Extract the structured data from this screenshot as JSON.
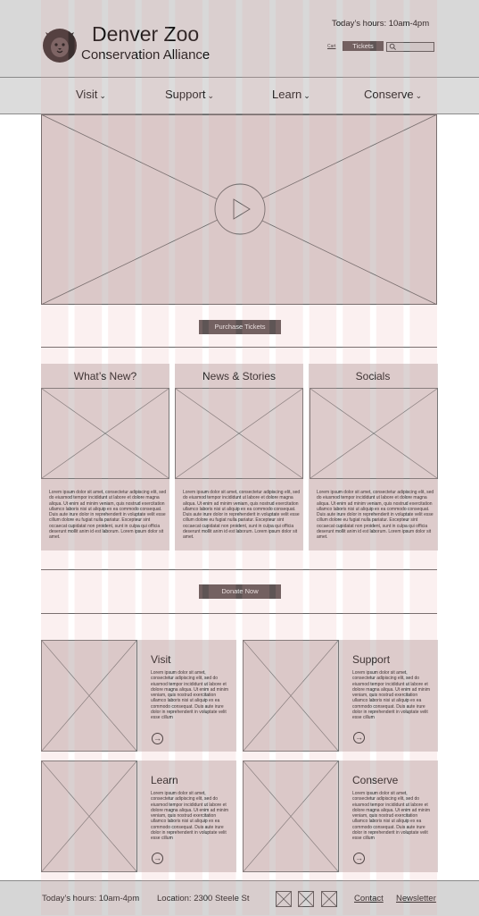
{
  "header": {
    "title": "Denver Zoo",
    "subtitle": "Conservation Alliance",
    "hours": "Today’s hours: 10am-4pm",
    "cart": "Cart",
    "tickets": "Tickets",
    "search_icon": "search-icon",
    "logo_icon": "lion-icon"
  },
  "nav": [
    {
      "label": "Visit"
    },
    {
      "label": "Support"
    },
    {
      "label": "Learn"
    },
    {
      "label": "Conserve"
    }
  ],
  "hero": {
    "icon": "play-icon"
  },
  "purchase_button": "Purchase Tickets",
  "cards": [
    {
      "title": "What’s New?",
      "text": "Lorem ipsum dolor sit amet, consectetur adipiscing elit, sed do eiusmod tempor incididunt ut labore et dolore magna aliqua. Ut enim ad minim veniam, quis nostrud exercitation ullamco laboris nisi ut aliquip ex ea commodo consequat. Duis aute irure dolor in reprehenderit in voluptate velit esse cillum dolore eu fugiat nulla pariatur. Excepteur sint occaecat cupidatat non proident, sunt in culpa qui officia deserunt mollit anim id est laborum. Lorem ipsum dolor sit amet."
    },
    {
      "title": "News & Stories",
      "text": "Lorem ipsum dolor sit amet, consectetur adipiscing elit, sed do eiusmod tempor incididunt ut labore et dolore magna aliqua. Ut enim ad minim veniam, quis nostrud exercitation ullamco laboris nisi ut aliquip ex ea commodo consequat. Duis aute irure dolor in reprehenderit in voluptate velit esse cillum dolore eu fugiat nulla pariatur. Excepteur sint occaecat cupidatat non proident, sunt in culpa qui officia deserunt mollit anim id est laborum. Lorem ipsum dolor sit amet."
    },
    {
      "title": "Socials",
      "text": "Lorem ipsum dolor sit amet, consectetur adipiscing elit, sed do eiusmod tempor incididunt ut labore et dolore magna aliqua. Ut enim ad minim veniam, quis nostrud exercitation ullamco laboris nisi ut aliquip ex ea commodo consequat. Duis aute irure dolor in reprehenderit in voluptate velit esse cillum dolore eu fugiat nulla pariatur. Excepteur sint occaecat cupidatat non proident, sunt in culpa qui officia deserunt mollit anim id est laborum. Lorem ipsum dolor sit amet."
    }
  ],
  "donate_button": "Donate Now",
  "tiles": [
    {
      "title": "Visit",
      "text": "Lorem ipsum dolor sit amet, consectetur adipiscing elit, sed do eiusmod tempor incididunt ut labore et dolore magna aliqua. Ut enim ad minim veniam, quis nostrud exercitation ullamco laboris nisi ut aliquip ex ea commodo consequat. Duis aute irure dolor in reprehenderit in voluptate velit esse cillum"
    },
    {
      "title": "Support",
      "text": "Lorem ipsum dolor sit amet, consectetur adipiscing elit, sed do eiusmod tempor incididunt ut labore et dolore magna aliqua. Ut enim ad minim veniam, quis nostrud exercitation ullamco laboris nisi ut aliquip ex ea commodo consequat. Duis aute irure dolor in reprehenderit in voluptate velit esse cillum"
    },
    {
      "title": "Learn",
      "text": "Lorem ipsum dolor sit amet, consectetur adipiscing elit, sed do eiusmod tempor incididunt ut labore et dolore magna aliqua. Ut enim ad minim veniam, quis nostrud exercitation ullamco laboris nisi ut aliquip ex ea commodo consequat. Duis aute irure dolor in reprehenderit in voluptate velit esse cillum"
    },
    {
      "title": "Conserve",
      "text": "Lorem ipsum dolor sit amet, consectetur adipiscing elit, sed do eiusmod tempor incididunt ut labore et dolore magna aliqua. Ut enim ad minim veniam, quis nostrud exercitation ullamco laboris nisi ut aliquip ex ea commodo consequat. Duis aute irure dolor in reprehenderit in voluptate velit esse cillum"
    }
  ],
  "footer": {
    "hours": "Today’s hours: 10am-4pm",
    "location": "Location: 2300 Steele St",
    "contact": "Contact",
    "newsletter": "Newsletter"
  },
  "colors": {
    "button": "#5e5555",
    "placeholder": "#d9d0d0",
    "grid_overlay": "#e8a0a0"
  }
}
